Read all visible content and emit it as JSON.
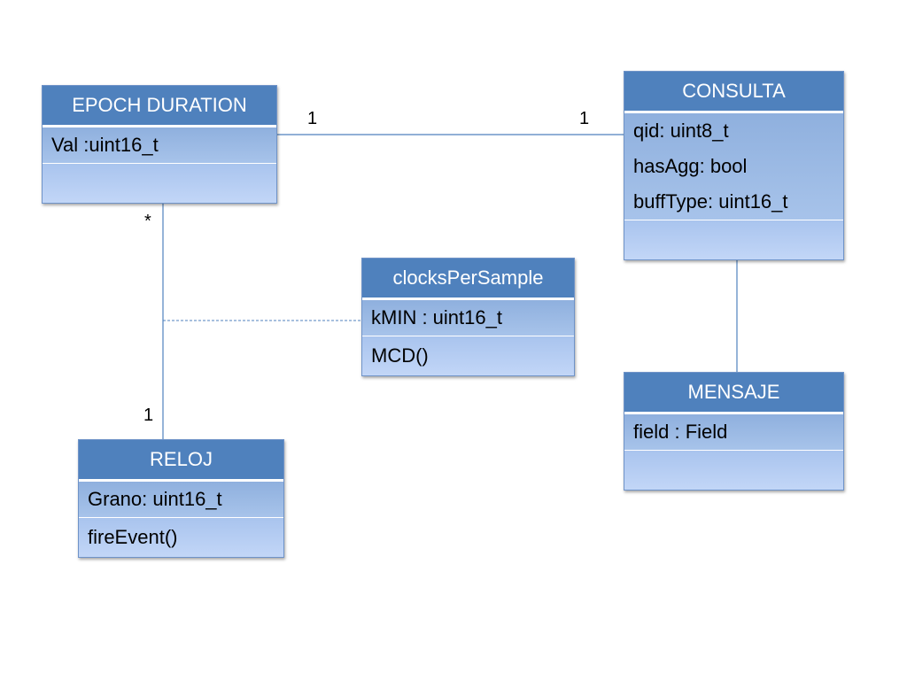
{
  "classes": {
    "epoch": {
      "name": "EPOCH DURATION",
      "attributes": [
        "Val :uint16_t"
      ],
      "operations": []
    },
    "consulta": {
      "name": "CONSULTA",
      "attributes": [
        "qid: uint8_t",
        "hasAgg: bool",
        "buffType: uint16_t"
      ],
      "operations": []
    },
    "clocks": {
      "name": "clocksPerSample",
      "attributes": [
        "kMIN : uint16_t"
      ],
      "operations": [
        "MCD()"
      ]
    },
    "mensaje": {
      "name": "MENSAJE",
      "attributes": [
        "field : Field"
      ],
      "operations": []
    },
    "reloj": {
      "name": "RELOJ",
      "attributes": [
        "Grano: uint16_t"
      ],
      "operations": [
        "fireEvent()"
      ]
    }
  },
  "multiplicities": {
    "epoch_consulta_left": "1",
    "epoch_consulta_right": "1",
    "epoch_reloj_top": "*",
    "epoch_reloj_bottom": "1"
  },
  "colors": {
    "header": "#4f81bd",
    "attributes": "#95b3e1",
    "operations": "#b4cdf3",
    "line": "#4f81bd"
  }
}
